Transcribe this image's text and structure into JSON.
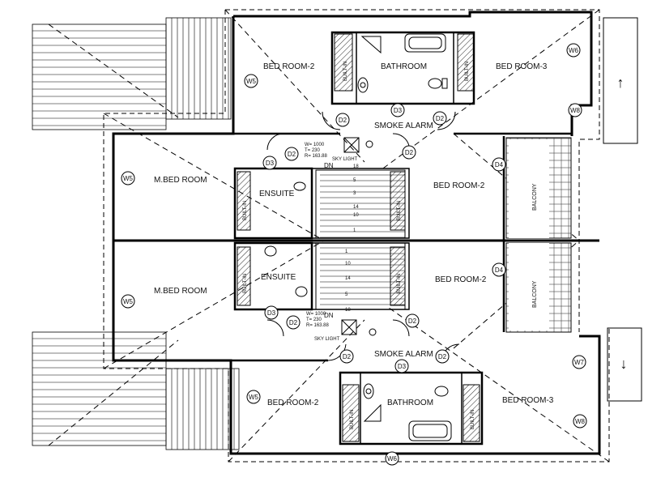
{
  "rooms": {
    "bed2_top": "BED ROOM-2",
    "bathroom_top": "BATHROOM",
    "bed3_top": "BED ROOM-3",
    "mbed_top": "M.BED ROOM",
    "ensuite_top": "ENSUITE",
    "bed2_right_top": "BED ROOM-2",
    "balcony_top": "BALCONY",
    "mbed_bottom": "M.BED ROOM",
    "ensuite_bottom": "ENSUITE",
    "bed2_right_bottom": "BED ROOM-2",
    "balcony_bottom": "BALCONY",
    "bed2_bottom": "BED ROOM-2",
    "bathroom_bottom": "BATHROOM",
    "bed3_bottom": "BED ROOM-3"
  },
  "labels": {
    "smoke_alarm_top": "SMOKE ALARM",
    "smoke_alarm_bottom": "SMOKE ALARM",
    "skylight_top": "SKY LIGHT",
    "skylight_bottom": "SKY LIGHT",
    "dn_top": "DN",
    "dn_bottom": "DN",
    "builtin": "BUILT-IN",
    "skylight_spec_1": "W= 1000",
    "skylight_spec_2": "T= 230",
    "skylight_spec_3": "R= 163.88"
  },
  "tags": {
    "d2": "D2",
    "d3": "D3",
    "d4": "D4",
    "w5": "W5",
    "w6": "W6",
    "w7": "W7",
    "w8": "W8"
  },
  "stair_numbers": {
    "top": [
      "18",
      "5",
      "3",
      "14",
      "10",
      "1"
    ],
    "bottom": [
      "1",
      "10",
      "14",
      "5",
      "18"
    ]
  },
  "arrows": {
    "up": "↑",
    "down": "↓"
  }
}
